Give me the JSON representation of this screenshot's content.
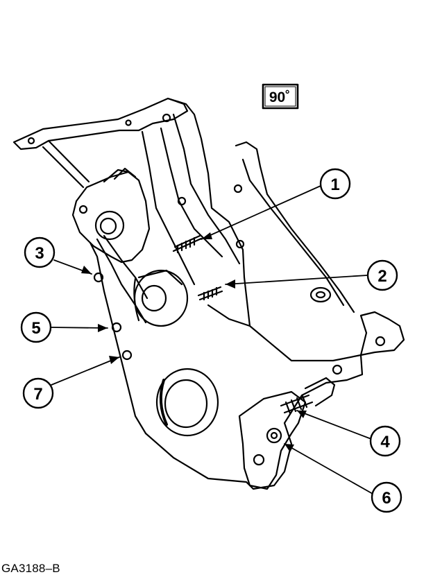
{
  "torque_box": {
    "label": "90˚"
  },
  "callouts": [
    {
      "id": "callout-1",
      "number": "1"
    },
    {
      "id": "callout-2",
      "number": "2"
    },
    {
      "id": "callout-3",
      "number": "3"
    },
    {
      "id": "callout-4",
      "number": "4"
    },
    {
      "id": "callout-5",
      "number": "5"
    },
    {
      "id": "callout-6",
      "number": "6"
    },
    {
      "id": "callout-7",
      "number": "7"
    }
  ],
  "figure_id": "GA3188–B",
  "colors": {
    "ink": "#000000",
    "paper": "#ffffff"
  }
}
